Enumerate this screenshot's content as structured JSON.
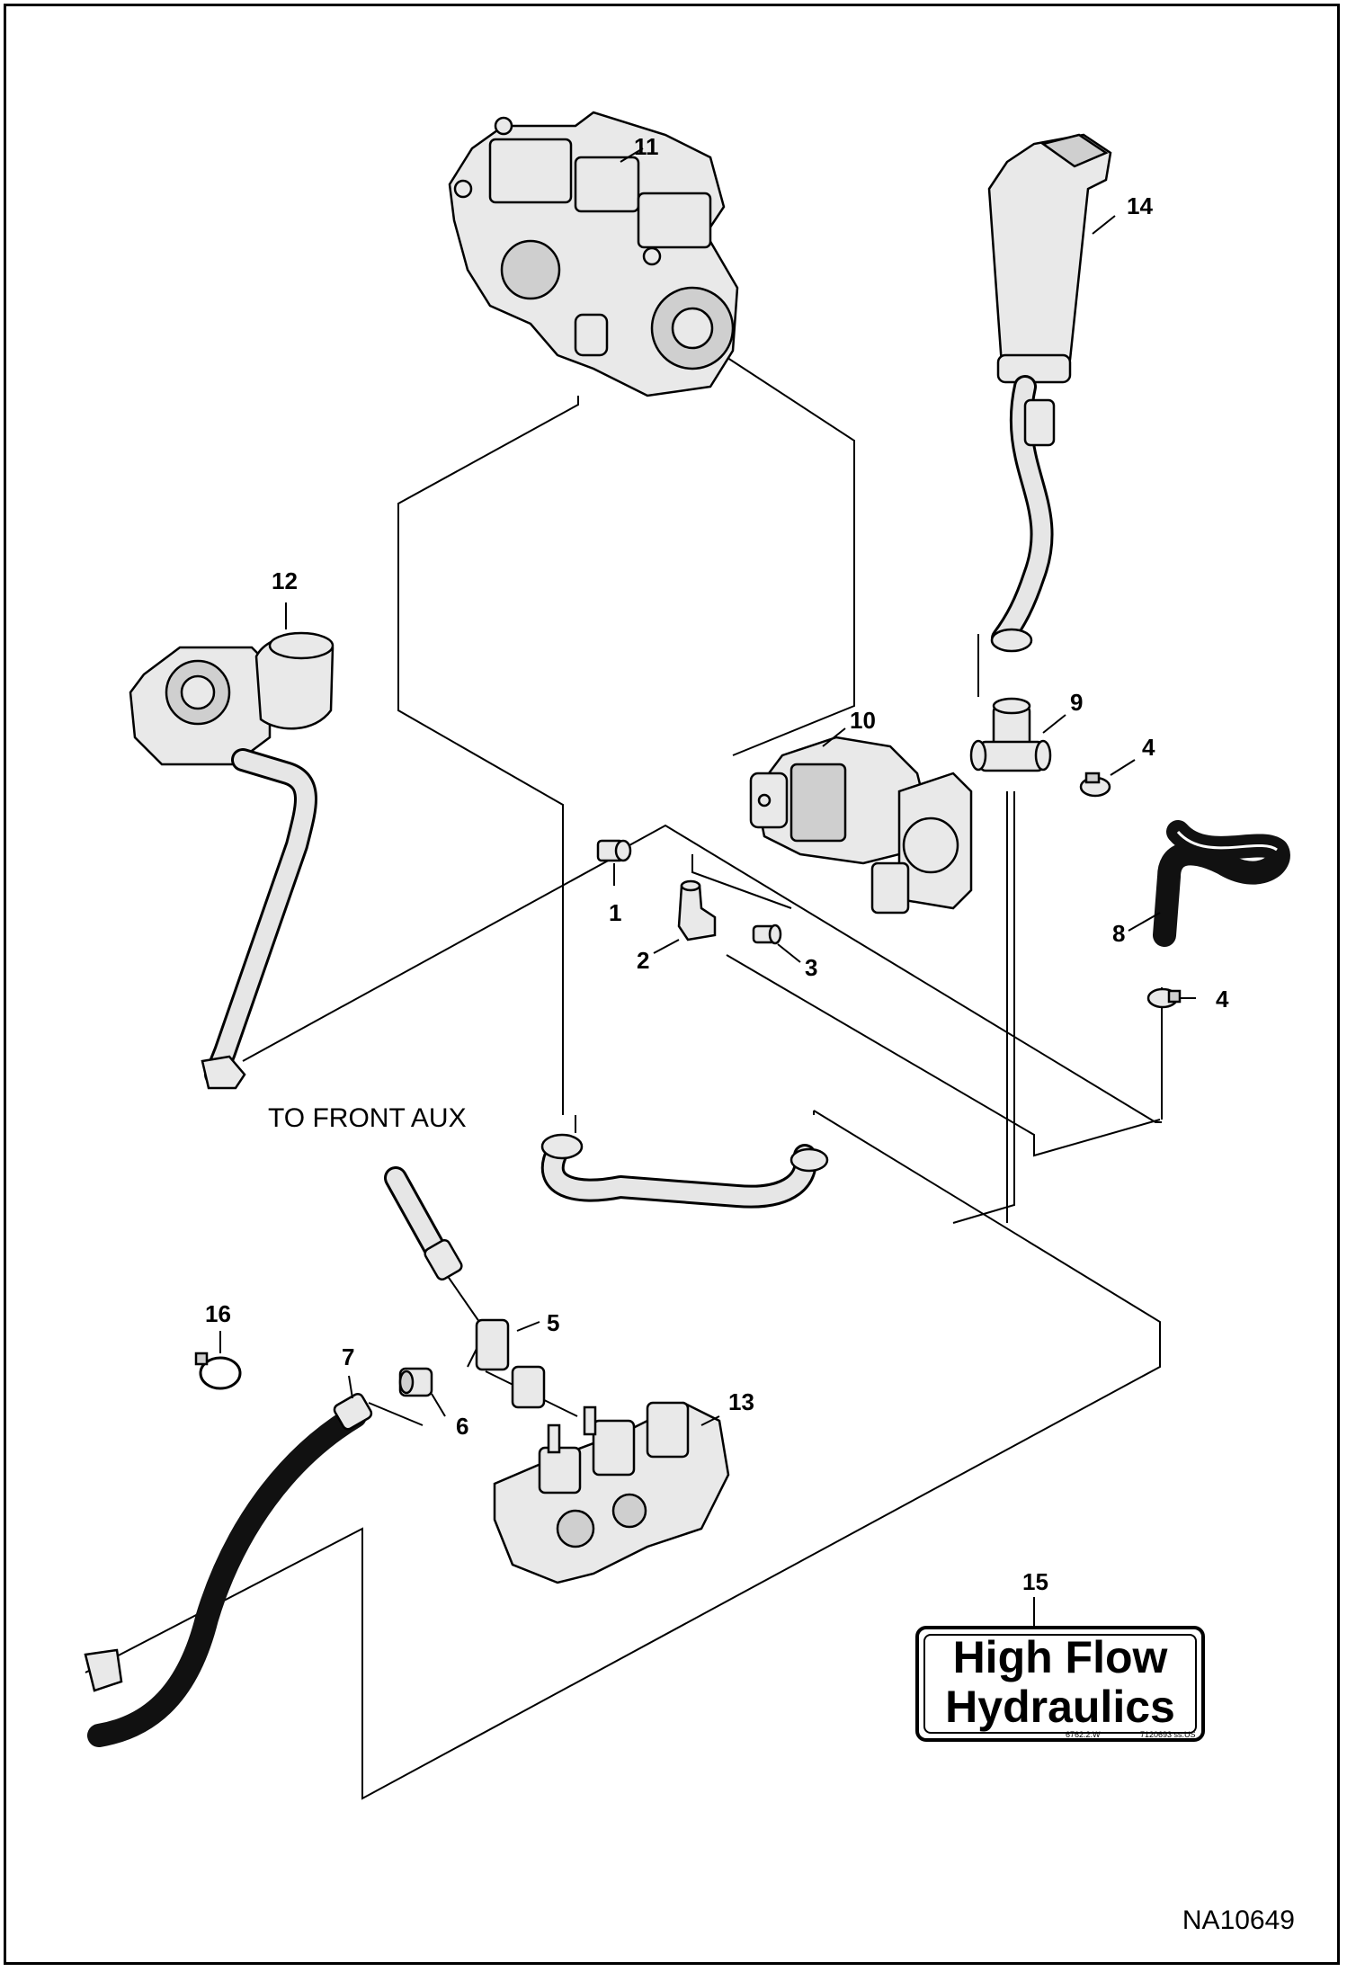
{
  "callouts": {
    "c1": "1",
    "c2": "2",
    "c3": "3",
    "c4a": "4",
    "c4b": "4",
    "c5": "5",
    "c6": "6",
    "c7": "7",
    "c8": "8",
    "c9": "9",
    "c10": "10",
    "c11": "11",
    "c12": "12",
    "c13": "13",
    "c14": "14",
    "c15": "15",
    "c16": "16"
  },
  "caption_front_aux": "TO FRONT AUX",
  "decal": {
    "line1": "High Flow",
    "line2": "Hydraulics",
    "small_left": "6762.2.W",
    "small_right": "7120693 ss.US"
  },
  "drawing_number": "NA10649"
}
